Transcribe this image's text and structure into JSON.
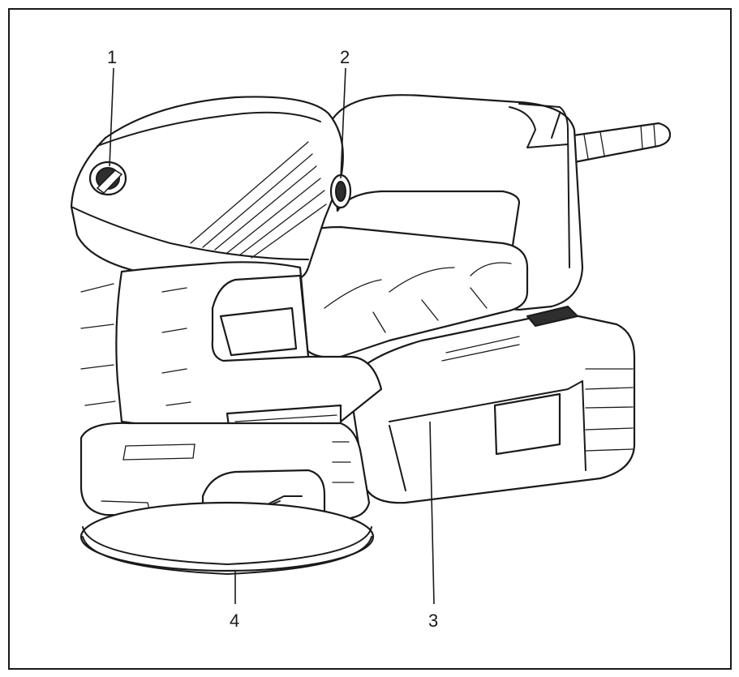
{
  "figure": {
    "callouts": [
      {
        "id": "1",
        "label": "1"
      },
      {
        "id": "2",
        "label": "2"
      },
      {
        "id": "3",
        "label": "3"
      },
      {
        "id": "4",
        "label": "4"
      }
    ]
  },
  "colors": {
    "line": "#1a1a1a",
    "fill": "#ffffff",
    "dark_fill": "#2e2e2e"
  },
  "illustration": {
    "icon": "orbital-sander-icon"
  }
}
